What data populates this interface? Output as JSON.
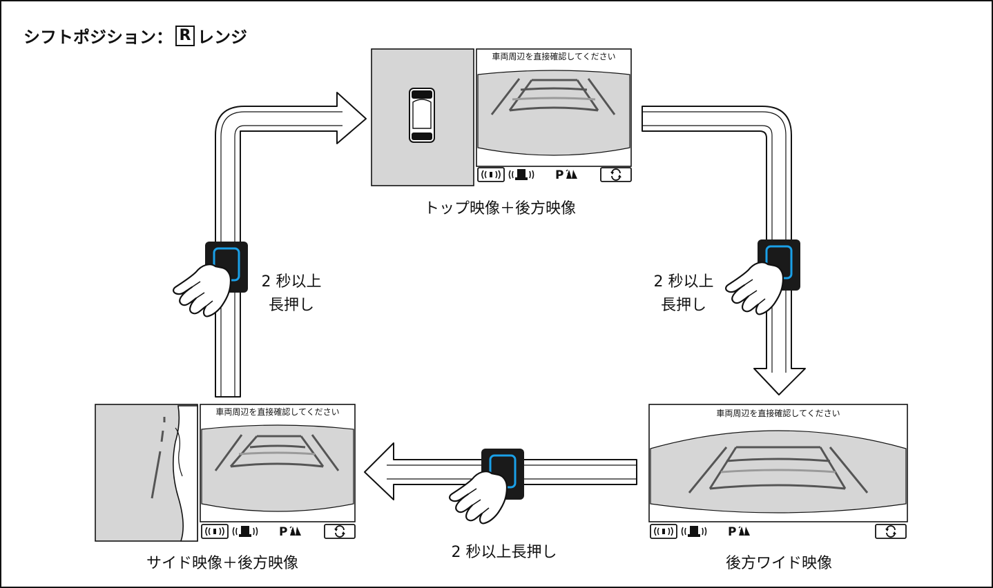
{
  "title": {
    "prefix": "シフトポジション：",
    "range_letter": "R",
    "suffix": "レンジ"
  },
  "screens": {
    "top": {
      "caption": "トップ映像＋後方映像",
      "message": "車両周辺を直接確認してください"
    },
    "side": {
      "caption": "サイド映像＋後方映像",
      "message": "車両周辺を直接確認してください"
    },
    "wide": {
      "caption": "後方ワイド映像",
      "message": "車両周辺を直接確認してください"
    }
  },
  "icons": {
    "parking_assist_label": "P",
    "sonar": "sonar-icon",
    "sensor": "sensor-icon",
    "rotate": "rotate-icon"
  },
  "instructions": {
    "left_line1": "2 秒以上",
    "left_line2": "長押し",
    "right_line1": "2 秒以上",
    "right_line2": "長押し",
    "bottom": "2 秒以上長押し"
  },
  "colors": {
    "button_bg": "#1a1a1a",
    "button_ring": "#1aa0e8",
    "panel_gray": "#d6d6d6",
    "guide_dark": "#555555",
    "guide_light": "#9a9a9a"
  }
}
